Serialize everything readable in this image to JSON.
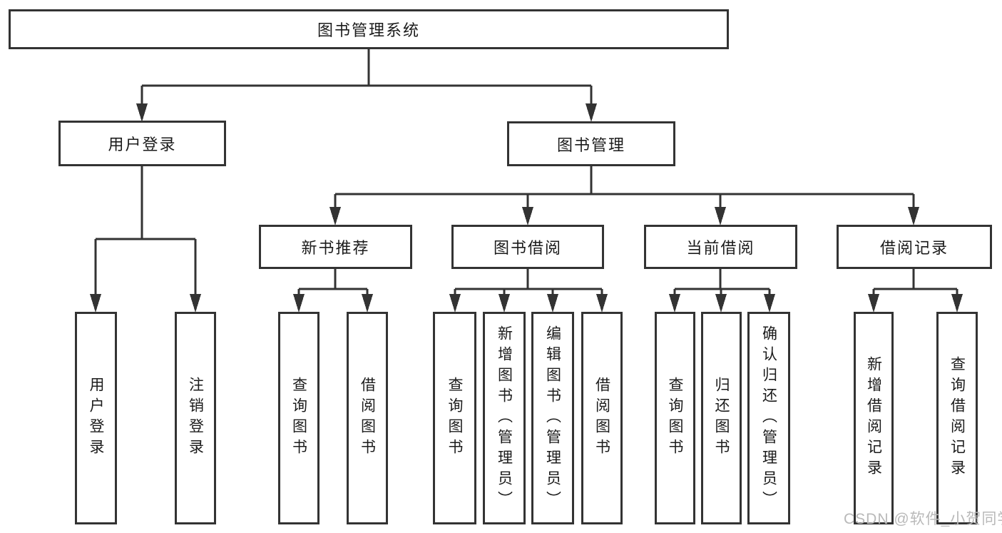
{
  "diagram": {
    "title": "图书管理系统",
    "type": "hierarchy-tree",
    "colors": {
      "line": "#333333",
      "box_border": "#333333",
      "text": "#1b1b1b",
      "background": "#ffffff",
      "watermark": "#b9b9b9"
    }
  },
  "nodes": {
    "root": "图书管理系统",
    "user_login": "用户登录",
    "book_management": "图书管理",
    "new_book_recommend": "新书推荐",
    "book_borrowing": "图书借阅",
    "current_borrowing": "当前借阅",
    "borrowing_records": "借阅记录",
    "leaf_user_login": "用户登录",
    "leaf_logout": "注销登录",
    "leaf_query_books_1": "查询图书",
    "leaf_borrow_books_1": "借阅图书",
    "leaf_query_books_2": "查询图书",
    "leaf_add_books_admin": "新增图书（管理员）",
    "leaf_edit_books_admin": "编辑图书（管理员）",
    "leaf_borrow_books_2": "借阅图书",
    "leaf_query_books_3": "查询图书",
    "leaf_return_books": "归还图书",
    "leaf_confirm_return_admin": "确认归还（管理员）",
    "leaf_add_borrow_record": "新增借阅记录",
    "leaf_query_borrow_record": "查询借阅记录"
  },
  "watermark": {
    "text": "CSDN @软件_小贺同学"
  }
}
